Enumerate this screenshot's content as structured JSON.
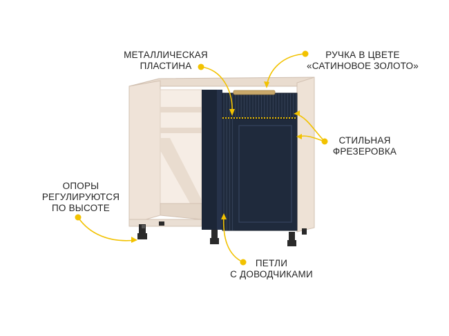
{
  "callouts": {
    "metal_plate": {
      "line1": "МЕТАЛЛИЧЕСКАЯ",
      "line2": "ПЛАСТИНА"
    },
    "handle": {
      "line1": "РУЧКА В ЦВЕТЕ",
      "line2": "«САТИНОВОЕ ЗОЛОТО»"
    },
    "milling": {
      "line1": "СТИЛЬНАЯ",
      "line2": "ФРЕЗЕРОВКА"
    },
    "legs": {
      "line1": "ОПОРЫ",
      "line2": "РЕГУЛИРУЮТСЯ",
      "line3": "ПО ВЫСОТЕ"
    },
    "hinges": {
      "line1": "ПЕТЛИ",
      "line2": "С ДОВОДЧИКАМИ"
    }
  },
  "colors": {
    "accent": "#f2c200",
    "carcass": "#efe3d8",
    "carcass_edge": "#d9c9bb",
    "facade": "#1f2a3c",
    "handle": "#c9a86a",
    "leg": "#2a2a2a"
  }
}
